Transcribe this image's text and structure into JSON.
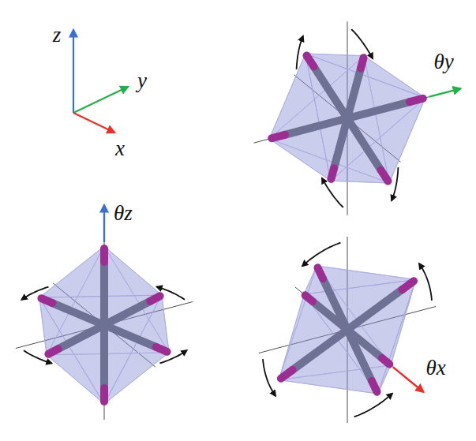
{
  "diagram": {
    "labels": [
      "z",
      "θy",
      "y",
      "x",
      "θz",
      "θx"
    ]
  }
}
